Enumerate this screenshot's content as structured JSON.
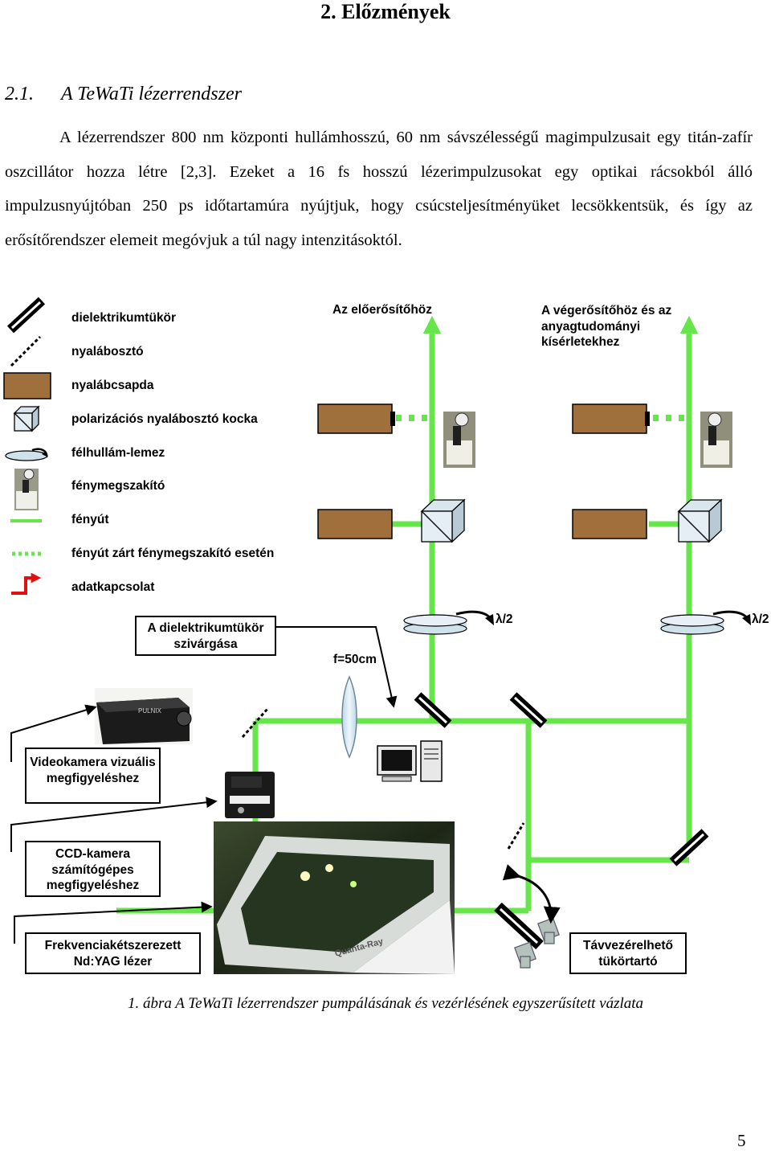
{
  "chapter_title": "2.  Előzmények",
  "section": {
    "number": "2.1.",
    "title": "A TeWaTi lézerrendszer"
  },
  "paragraph": "A lézerrendszer 800 nm központi hullámhosszú, 60 nm sávszélességű magimpulzusait egy titán-zafír oszcillátor hozza létre [2,3]. Ezeket a 16 fs hosszú lézerimpulzusokat egy optikai rácsokból álló impulzusnyújtóban 250 ps időtartamúra nyújtjuk, hogy csúcsteljesítményüket lecsökkentsük, és így az erősítőrendszer elemeit megóvjuk a túl nagy intenzitásoktól.",
  "legend": {
    "mirror": "dielektrikumtükör",
    "beamsplitter": "nyalábosztó",
    "beamdump": "nyalábcsapda",
    "pbs_cube": "polarizációs nyalábosztó kocka",
    "halfwave": "félhullám-lemez",
    "shutter": "fénymegszakító",
    "beam": "fényút",
    "beam_closed": "fényút zárt fénymegszakító esetén",
    "data": "adatkapcsolat"
  },
  "labels": {
    "to_preamp": "Az előerősítőhöz",
    "to_final_amp": "A végerősítőhöz és az anyagtudományi kísérletekhez",
    "leakage": "A dielektrikumtükör szivárgása",
    "lens": "f=50cm",
    "lambda_left": "λ/2",
    "lambda_right": "λ/2",
    "camera_label": "PULNIX",
    "videocam": "Videokamera vizuális megfigyeléshez",
    "ccd": "CCD-kamera számítógépes megfigyeléshez",
    "laser": "Frekvenciakétszerezett Nd:YAG lézer",
    "remote_mount": "Távvezérelhető tükörtartó",
    "laser_brand": "Quanta-Ray"
  },
  "caption": "1. ábra A TeWaTi lézerrendszer pumpálásának és vezérlésének egyszerűsített vázlata",
  "page_number": "5",
  "colors": {
    "beam": "#66e64a",
    "data": "#e01010",
    "beamdump": "#a0703c",
    "cube": "#d9e6ee"
  },
  "icons": [
    "mirror-icon",
    "beamsplitter-icon",
    "beamdump-icon",
    "cube-icon",
    "waveplate-icon",
    "shutter-icon"
  ]
}
